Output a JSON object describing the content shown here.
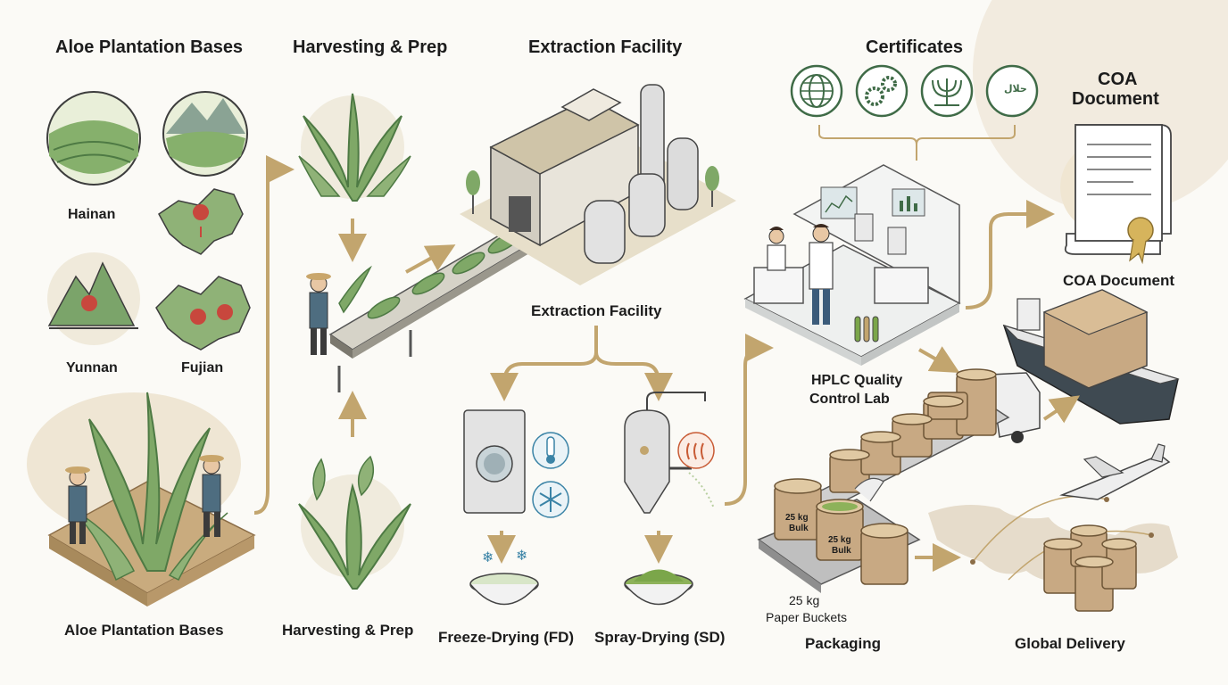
{
  "headers": {
    "plantation": "Aloe Plantation Bases",
    "harvesting": "Harvesting & Prep",
    "extraction": "Extraction Facility",
    "certificates": "Certificates",
    "coa_line1": "COA",
    "coa_line2": "Document"
  },
  "labels": {
    "hainan": "Hainan",
    "yunnan": "Yunnan",
    "fujian": "Fujian",
    "plantation_bottom": "Aloe Plantation Bases",
    "harvesting_bottom": "Harvesting & Prep",
    "extraction_mid": "Extraction Facility",
    "hplc_line1": "HPLC Quality",
    "hplc_line2": "Control Lab",
    "coa_document": "COA Document",
    "freeze_drying": "Freeze-Drying (FD)",
    "spray_drying": "Spray-Drying (SD)",
    "packaging": "Packaging",
    "global_delivery": "Global Delivery",
    "buckets_line1": "25 kg",
    "buckets_line2": "Paper Buckets",
    "bucket_tag1_line1": "25 kg",
    "bucket_tag1_line2": "Bulk",
    "bucket_tag2_line1": "25 kg",
    "bucket_tag2_line2": "Bulk",
    "halal_text": "حلال"
  },
  "icons": {
    "cert1": "globe-icon",
    "cert2": "gears-icon",
    "cert3": "menorah-icon",
    "cert4": "halal-crescent-icon"
  },
  "colors": {
    "arrow": "#c2a56e",
    "leaf": "#7fa867",
    "leaf_dark": "#4e7a44",
    "cert_ring": "#3f6b47",
    "box": "#c8a983"
  }
}
